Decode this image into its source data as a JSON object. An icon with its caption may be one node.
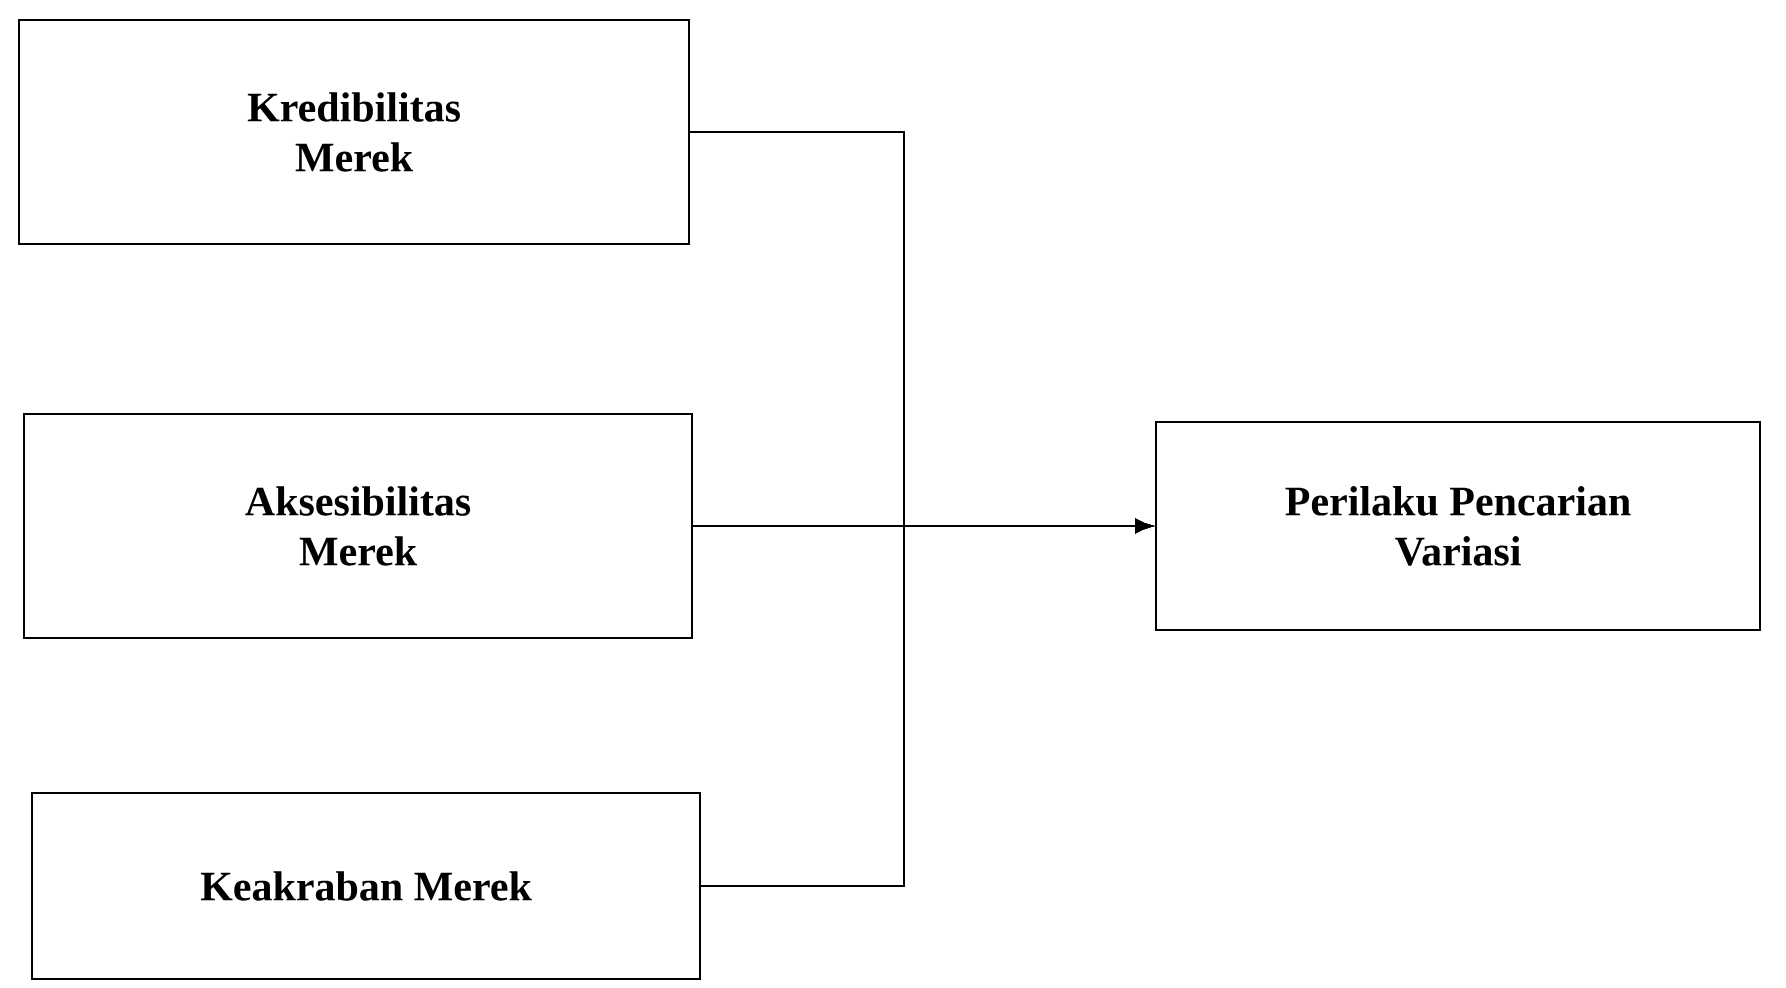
{
  "diagram": {
    "nodes": [
      {
        "text": [
          "Kredibilitas Merek"
        ]
      },
      {
        "text": [
          "Aksesibilitas Merek"
        ]
      },
      {
        "text": [
          "Keakraban Merek"
        ]
      },
      {
        "text": [
          "Perilaku Pencarian Variasi"
        ]
      }
    ],
    "edges": [
      {
        "from": 0,
        "to": 3,
        "arrow": "to"
      },
      {
        "from": 1,
        "to": 3,
        "arrow": "to"
      },
      {
        "from": 2,
        "to": 3,
        "arrow": "to"
      }
    ]
  }
}
